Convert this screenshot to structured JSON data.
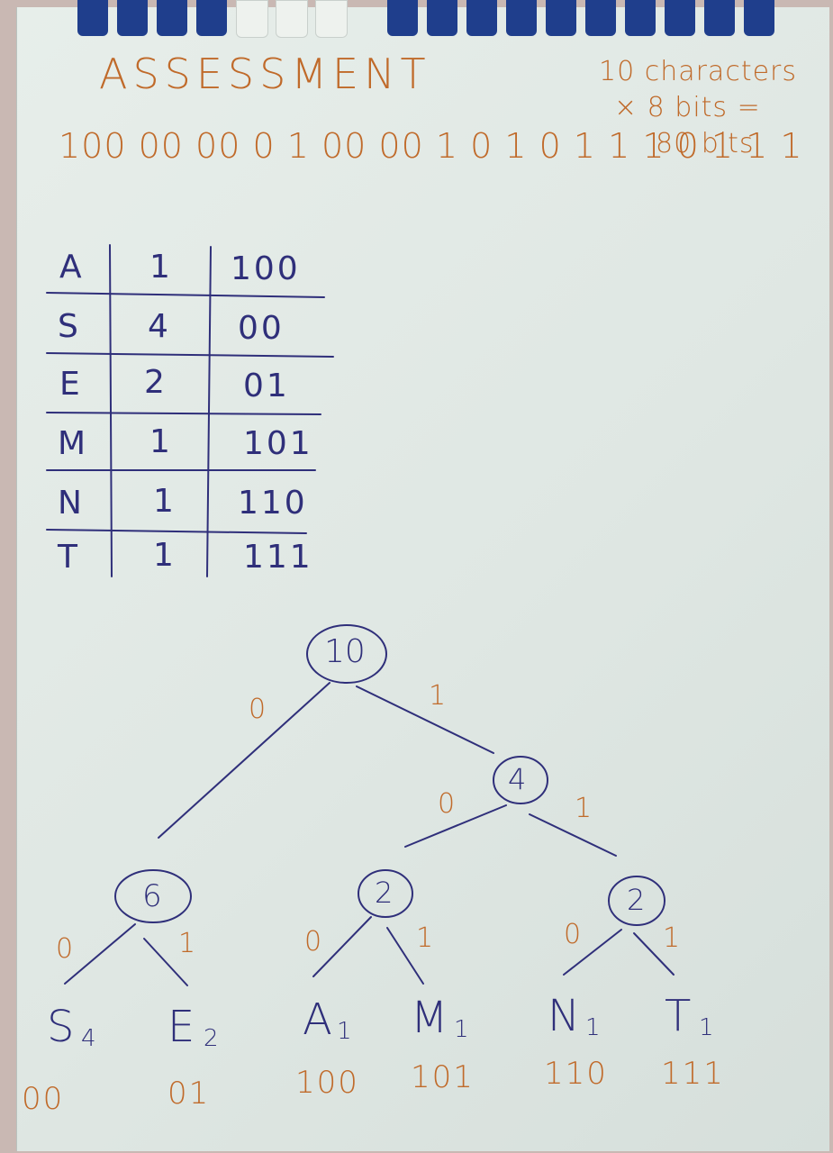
{
  "title": "ASSESSMENT",
  "encoded_bits": "100 00 00 0 1 00 00 1 0 1 0 1 1 1 0 1 1 1",
  "note": {
    "line1": "10 characters",
    "line2": "× 8 bits =",
    "line3": "80 bits"
  },
  "table": [
    {
      "char": "A",
      "freq": "1",
      "code": "100"
    },
    {
      "char": "S",
      "freq": "4",
      "code": "00"
    },
    {
      "char": "E",
      "freq": "2",
      "code": "01"
    },
    {
      "char": "M",
      "freq": "1",
      "code": "101"
    },
    {
      "char": "N",
      "freq": "1",
      "code": "110"
    },
    {
      "char": "T",
      "freq": "1",
      "code": "111"
    }
  ],
  "tree": {
    "root": "10",
    "right_node": "4",
    "left_node": "6",
    "ra_node": "2",
    "rb_node": "2",
    "edge_zero": "0",
    "edge_one": "1",
    "leaves": [
      {
        "letter": "S",
        "count": "4",
        "code": "00"
      },
      {
        "letter": "E",
        "count": "2",
        "code": "01"
      },
      {
        "letter": "A",
        "count": "1",
        "code": "100"
      },
      {
        "letter": "M",
        "count": "1",
        "code": "101"
      },
      {
        "letter": "N",
        "count": "1",
        "code": "110"
      },
      {
        "letter": "T",
        "count": "1",
        "code": "111"
      }
    ]
  },
  "colors": {
    "ink_blue": "#2f2f7a",
    "ink_orange": "#c06a2a",
    "binding": "#1f3e8c"
  }
}
